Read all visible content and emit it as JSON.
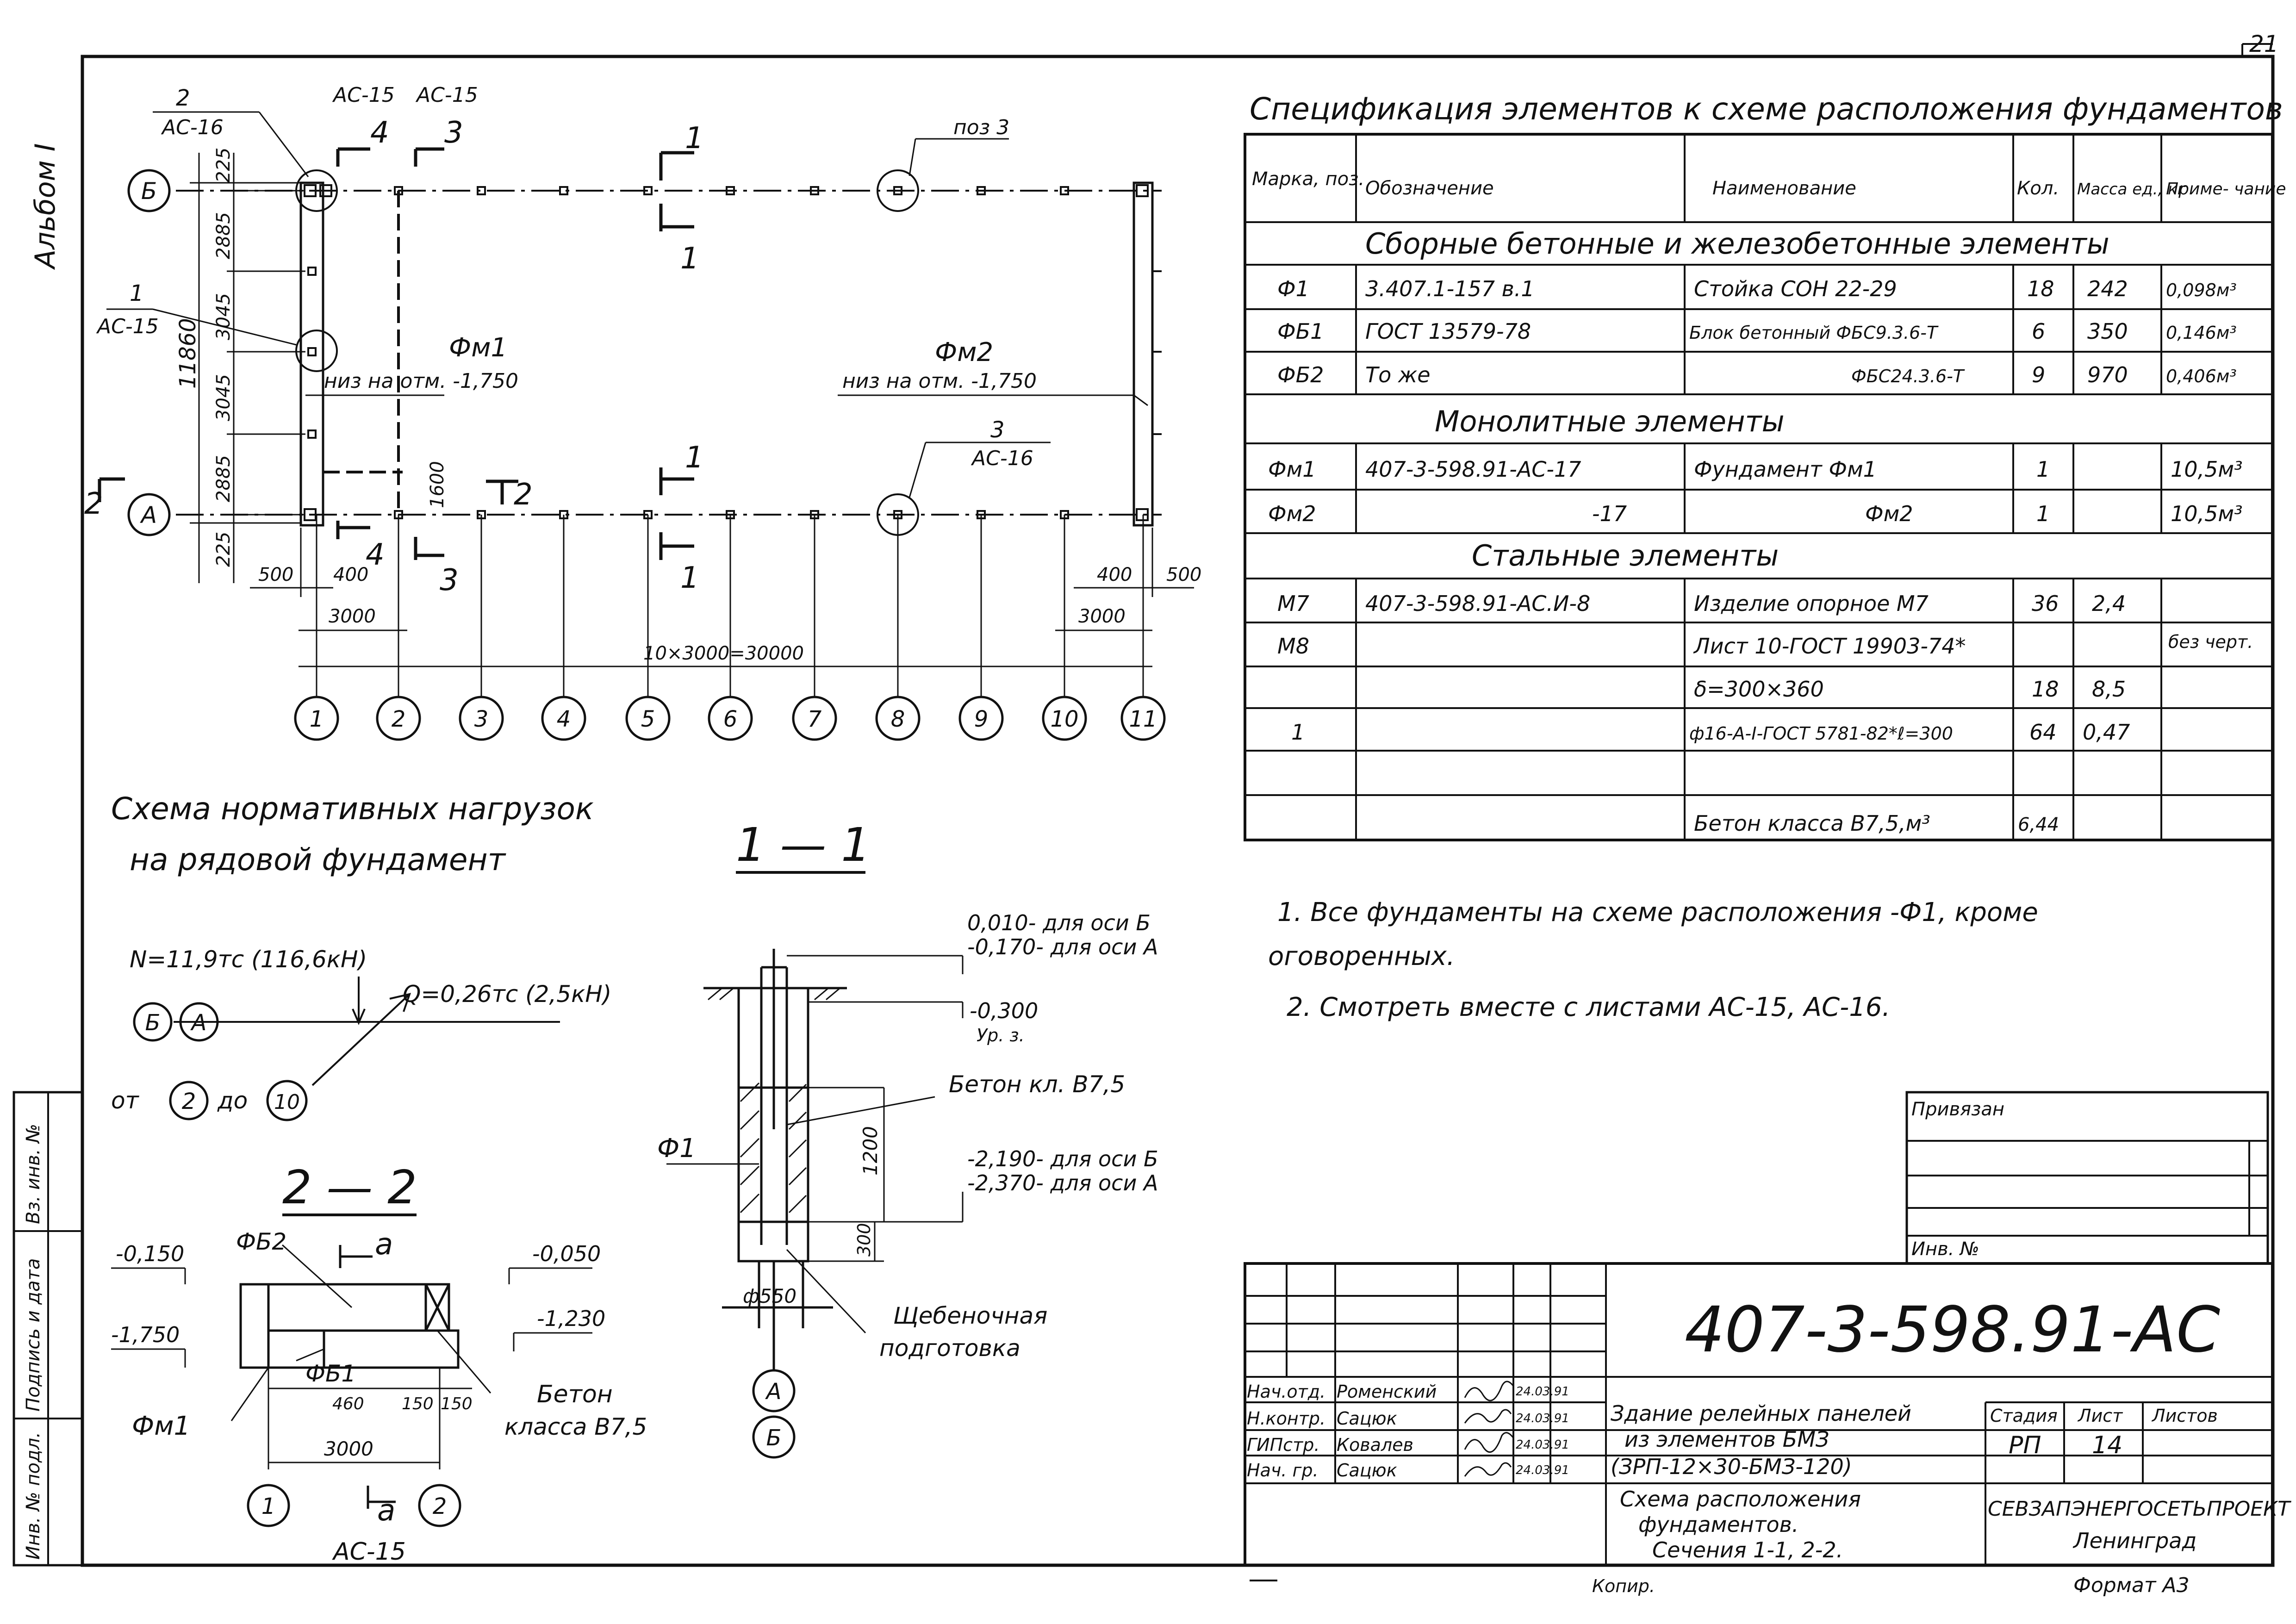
{
  "side_stamp": {
    "album": "Альбом I",
    "labels": [
      "Инв. № подл.",
      "Подпись и дата",
      "Вз. инв. №"
    ]
  },
  "sheet_corner_number": "21",
  "plan": {
    "axis_row_letters": [
      "Б",
      "А"
    ],
    "axis_col_numbers": [
      "1",
      "2",
      "3",
      "4",
      "5",
      "6",
      "7",
      "8",
      "9",
      "10",
      "11"
    ],
    "callouts": {
      "c2": "2",
      "c2_sheet": "АС-16",
      "c1": "1",
      "c1_sheet": "АС-15",
      "c3": "3",
      "c3_sheet": "АС-16",
      "pos3": "поз 3",
      "top_ac15_a": "АС-15",
      "top_ac15_b": "АС-15"
    },
    "sections": {
      "s1": "1",
      "s2": "2",
      "s3": "3",
      "s4": "4"
    },
    "fm1_label": "Фм1",
    "fm1_note": "низ на отм. -1,750",
    "fm2_label": "Фм2",
    "fm2_note": "низ на отм. -1,750",
    "dims": {
      "d225a": "225",
      "d2885a": "2885",
      "d3045a": "3045",
      "d3045b": "3045",
      "d2885b": "2885",
      "d225b": "225",
      "d11860": "11860",
      "d1600": "1600",
      "d500a": "500",
      "d400a": "400",
      "d3000a": "3000",
      "d400b": "400",
      "d500b": "500",
      "d3000b": "3000",
      "d_total": "10×3000=30000"
    }
  },
  "spec": {
    "title": "Спецификация элементов к схеме расположения фундаментов",
    "headers": [
      "Марка, поз.",
      "Обозначение",
      "Наименование",
      "Кол.",
      "Масса ед., кг",
      "Приме- чание"
    ],
    "section_precast": "Сборные бетонные и железобетонные элементы",
    "section_monolithic": "Монолитные элементы",
    "section_steel": "Стальные элементы",
    "rows_precast": [
      [
        "Ф1",
        "3.407.1-157 в.1",
        "Стойка СОН 22-29",
        "18",
        "242",
        "0,098м³"
      ],
      [
        "ФБ1",
        "ГОСТ 13579-78",
        "Блок бетонный ФБС9.3.6-Т",
        "6",
        "350",
        "0,146м³"
      ],
      [
        "ФБ2",
        "То же",
        "ФБС24.3.6-Т",
        "9",
        "970",
        "0,406м³"
      ]
    ],
    "rows_monolithic": [
      [
        "Фм1",
        "407-3-598.91-АС-17",
        "Фундамент Фм1",
        "1",
        "",
        "10,5м³"
      ],
      [
        "Фм2",
        "-17",
        "Фм2",
        "1",
        "",
        "10,5м³"
      ]
    ],
    "rows_steel": [
      [
        "М7",
        "407-3-598.91-АС.И-8",
        "Изделие опорное М7",
        "36",
        "2,4",
        ""
      ],
      [
        "М8",
        "",
        "Лист 10-ГОСТ 19903-74*",
        "",
        "",
        "без черт."
      ],
      [
        "",
        "",
        "δ=300×360",
        "18",
        "8,5",
        ""
      ],
      [
        "1",
        "",
        "ф16-А-I-ГОСТ 5781-82*ℓ=300",
        "64",
        "0,47",
        ""
      ],
      [
        "",
        "",
        "",
        "",
        "",
        ""
      ],
      [
        "",
        "",
        "Бетон класса В7,5,м³",
        "6,44",
        "",
        ""
      ]
    ]
  },
  "notes": [
    "1. Все фундаменты на схеме расположения -Ф1, кроме",
    "оговоренных.",
    "2. Смотреть вместе с листами АС-15, АС-16."
  ],
  "load_scheme": {
    "title_l1": "Схема нормативных нагрузок",
    "title_l2": "на рядовой фундамент",
    "n_load": "N=11,9тс (116,6кН)",
    "q_load": "Q=0,26тс (2,5кН)",
    "axes_b": "Б",
    "axes_a": "А",
    "from": "от",
    "to": "до",
    "from_axis": "2",
    "to_axis": "10"
  },
  "section_11": {
    "title": "1 — 1",
    "lvl1": "0,010- для оси Б",
    "lvl2": "-0,170- для оси А",
    "lvl3": "-0,300",
    "lvl3b": "Ур. з.",
    "concrete": "Бетон кл. В7,5",
    "lvl4": "-2,190- для оси Б",
    "lvl5": "-2,370- для оси А",
    "h1200": "1200",
    "h300": "300",
    "f1": "Ф1",
    "d550": "ф550",
    "gravel_l1": "Щебеночная",
    "gravel_l2": "подготовка",
    "ax_a": "А",
    "ax_b": "Б"
  },
  "section_22": {
    "title": "2 — 2",
    "fb2": "ФБ2",
    "a_mark": "а",
    "a_mark2": "а",
    "lvl_m0150": "-0,150",
    "lvl_m0050": "-0,050",
    "lvl_m1230": "-1,230",
    "lvl_m1750": "-1,750",
    "fb1": "ФБ1",
    "fm1": "Фм1",
    "d460": "460",
    "d150a": "150",
    "d150b": "150",
    "d3000": "3000",
    "beton_l1": "Бетон",
    "beton_l2": "класса В7,5",
    "ax1": "1",
    "ax2": "2",
    "sheet": "АС-15"
  },
  "title_block": {
    "privyazan": "Привязан",
    "inv_no": "Инв. №",
    "doc_code": "407-3-598.91-АС",
    "roles": [
      "Нач.отд.",
      "Н.контр.",
      "ГИПстр.",
      "Нач. гр."
    ],
    "names": [
      "Роменский",
      "Сацюк",
      "Ковалев",
      "Сацюк"
    ],
    "dates": [
      "24.03.91",
      "24.03.91",
      "24.03.91",
      "24.03.91"
    ],
    "building_l1": "Здание релейных панелей",
    "building_l2": "из элементов БМЗ",
    "building_l3": "(ЗРП-12×30-БМЗ-120)",
    "stage_h": "Стадия",
    "sheet_h": "Лист",
    "sheets_h": "Листов",
    "stage": "РП",
    "sheet_no": "14",
    "drawing_l1": "Схема расположения",
    "drawing_l2": "фундаментов.",
    "drawing_l3": "Сечения 1-1, 2-2.",
    "org_l1": "СЕВЗАПЭНЕРГОСЕТЬПРОЕКТ",
    "org_l2": "Ленинград",
    "copied": "Копир. ",
    "format": "Формат А3"
  }
}
